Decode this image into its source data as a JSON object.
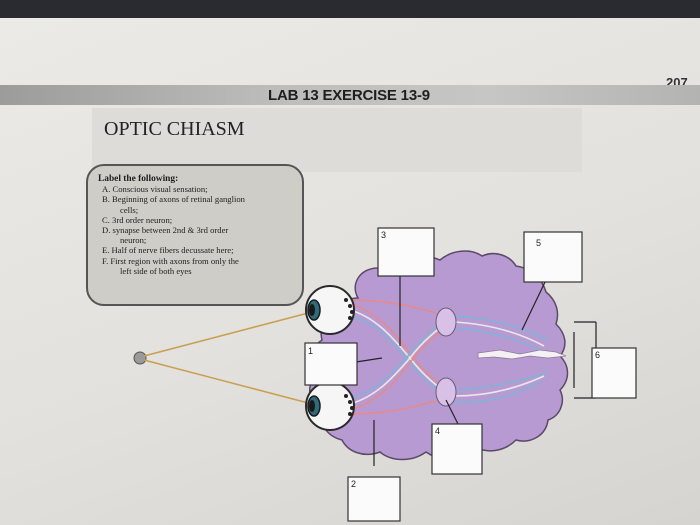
{
  "page": {
    "page_number": "207",
    "lab_title": "LAB 13 EXERCISE 13-9",
    "section_title": "OPTIC CHIASM"
  },
  "instructions": {
    "heading": "Label the following:",
    "items": [
      "A. Conscious visual sensation;",
      "B. Beginning of axons of retinal ganglion",
      "cells;",
      "C. 3rd order neuron;",
      "D. synapse between 2nd & 3rd order",
      "neuron;",
      "E. Half of nerve fibers decussate here;",
      "F. First region with axons from only the",
      "left side of both eyes"
    ]
  },
  "diagram": {
    "boxes": [
      {
        "number": "1"
      },
      {
        "number": "2"
      },
      {
        "number": "3"
      },
      {
        "number": "4"
      },
      {
        "number": "5"
      },
      {
        "number": "6"
      }
    ],
    "colors": {
      "brain": "#b89ad2",
      "brain_outline": "#5a4a6a",
      "eye_outline": "#2a2a2a",
      "eye_iris": "#2e6b7c",
      "fiber_red": "#e58a8a",
      "fiber_blue": "#7fb3d8",
      "fiber_gray": "#e8e8e8",
      "leader_line": "#c8a050"
    }
  }
}
